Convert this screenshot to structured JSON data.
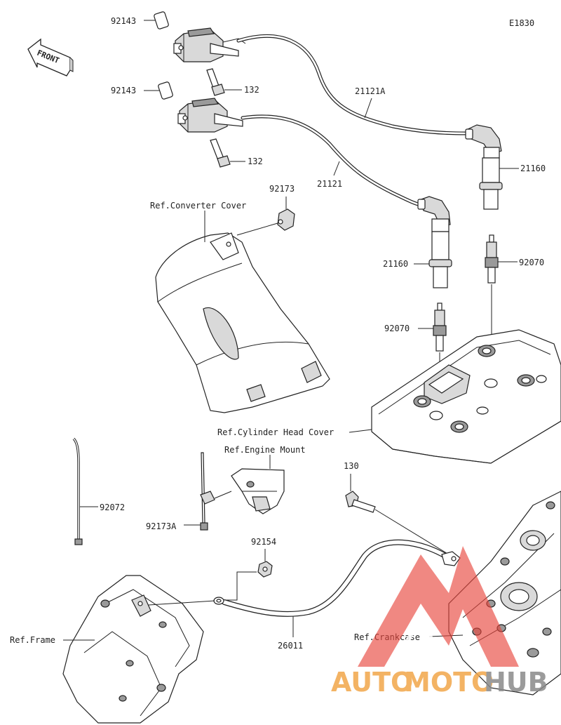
{
  "diagram_code": "E1830",
  "front_label": "FRONT",
  "parts": {
    "p92143_a": "92143",
    "p92143_b": "92143",
    "p132_a": "132",
    "p132_b": "132",
    "p21121A": "21121A",
    "p21121": "21121",
    "p21160_a": "21160",
    "p21160_b": "21160",
    "p92173": "92173",
    "p92070_a": "92070",
    "p92070_b": "92070",
    "p92072": "92072",
    "p92173A": "92173A",
    "p130": "130",
    "p92154": "92154",
    "p26011": "26011"
  },
  "refs": {
    "converter_cover": "Ref.Converter Cover",
    "cylinder_head_cover": "Ref.Cylinder Head Cover",
    "engine_mount": "Ref.Engine Mount",
    "frame": "Ref.Frame",
    "crankcase": "Ref.Crankcase"
  },
  "watermark": {
    "text_a": "AUTO",
    "text_b": "MOTO",
    "text_c": "HUB",
    "color_orange": "#f2a64a",
    "color_grey": "#8a8a8a",
    "color_red": "#e8453c"
  }
}
